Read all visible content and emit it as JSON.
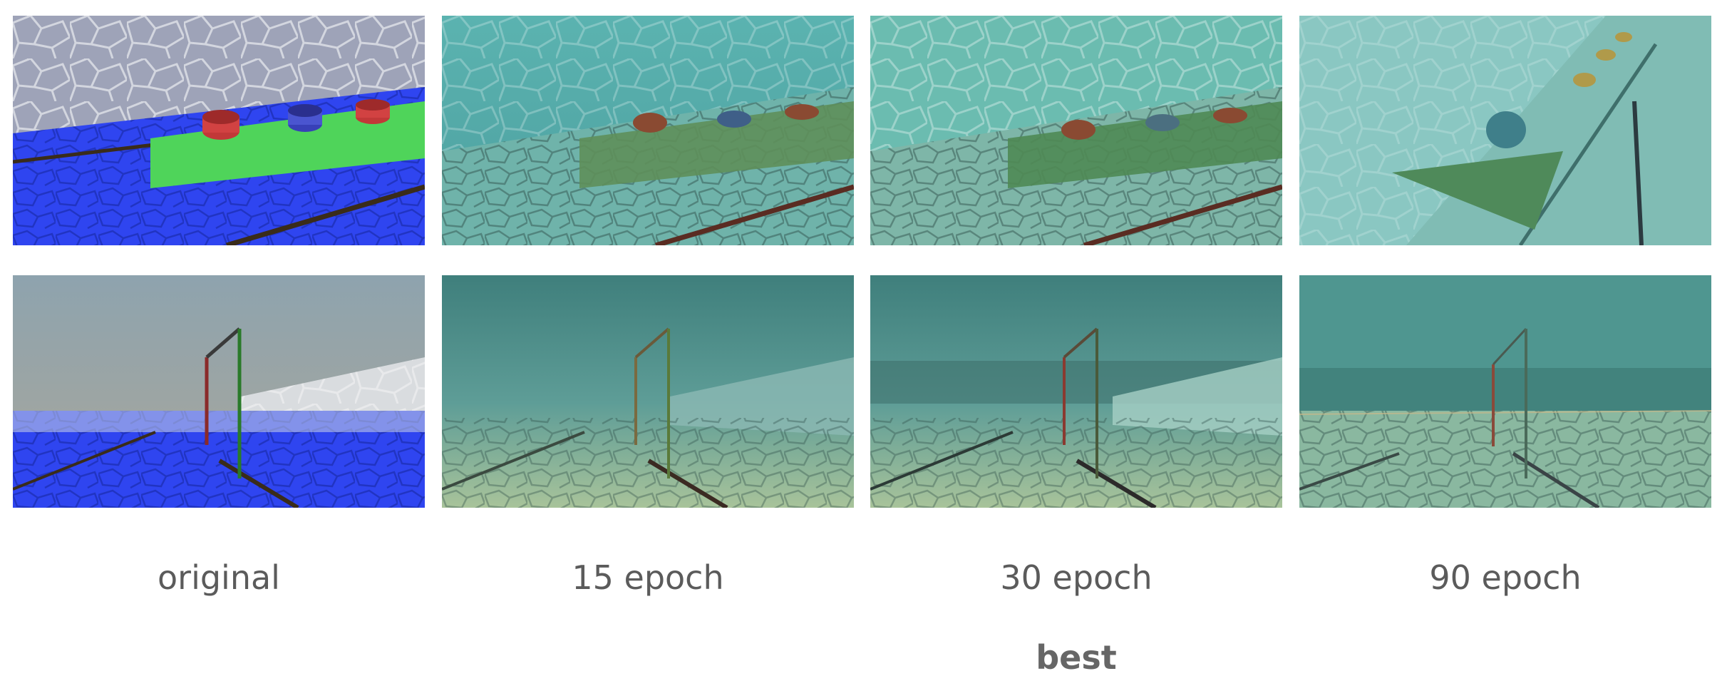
{
  "labels": {
    "original": "original",
    "epoch15": "15 epoch",
    "epoch30": "30 epoch",
    "epoch90": "90 epoch",
    "best": "best"
  },
  "colors": {
    "pool_blue": "#2f45f0",
    "green_ramp": "#4fd45a",
    "tinted_water": "#5aa8a6",
    "label_text": "#5b5b5b"
  }
}
